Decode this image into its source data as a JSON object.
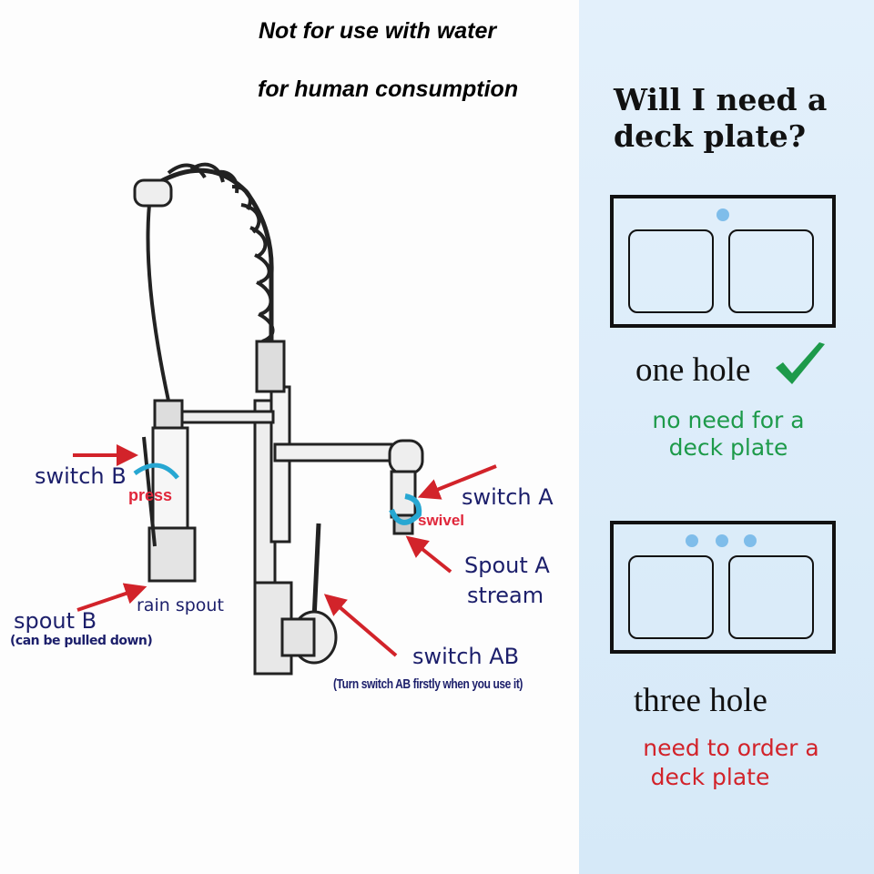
{
  "warning": {
    "line1": "Not for use with water",
    "line2": "for human consumption"
  },
  "panel": {
    "question_line1": "Will I need a",
    "question_line2": "deck plate?",
    "option1": {
      "title": "one hole",
      "note_line1": "no need for a",
      "note_line2": "deck plate",
      "holes": 1,
      "icon": "check-icon"
    },
    "option2": {
      "title": "three hole",
      "note_line1": "need to order a",
      "note_line2": "deck plate",
      "holes": 3
    }
  },
  "labels": {
    "switch_b": "switch B",
    "press": "press",
    "switch_a": "switch A",
    "swivel": "swivel",
    "spout_a_line1": "Spout A",
    "spout_a_line2": "stream",
    "rain_spout": "rain spout",
    "spout_b": "spout B",
    "spout_b_note": "(can be pulled down)",
    "switch_ab": "switch AB",
    "switch_ab_note": "(Turn switch AB firstly when you use it)"
  },
  "colors": {
    "label": "#1c1f6b",
    "arrow": "#d2232a",
    "green": "#1d9a4a",
    "panel": "#dcecf8"
  }
}
